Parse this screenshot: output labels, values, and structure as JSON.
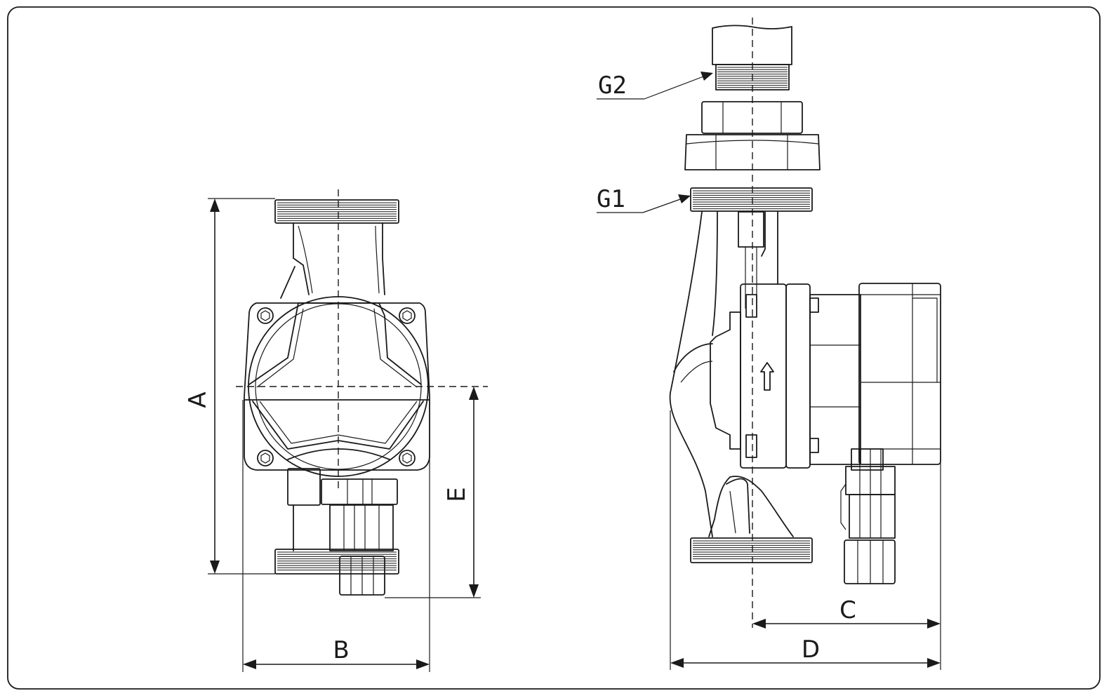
{
  "colors": {
    "line": "#1a1a1a",
    "background": "#ffffff",
    "frame": "#1a1a1a"
  },
  "dimensions": {
    "a": "A",
    "b": "B",
    "c": "C",
    "d": "D",
    "e": "E"
  },
  "callouts": {
    "g1": "G1",
    "g2": "G2"
  },
  "icons": {
    "flow_direction": "up-arrow-icon"
  }
}
